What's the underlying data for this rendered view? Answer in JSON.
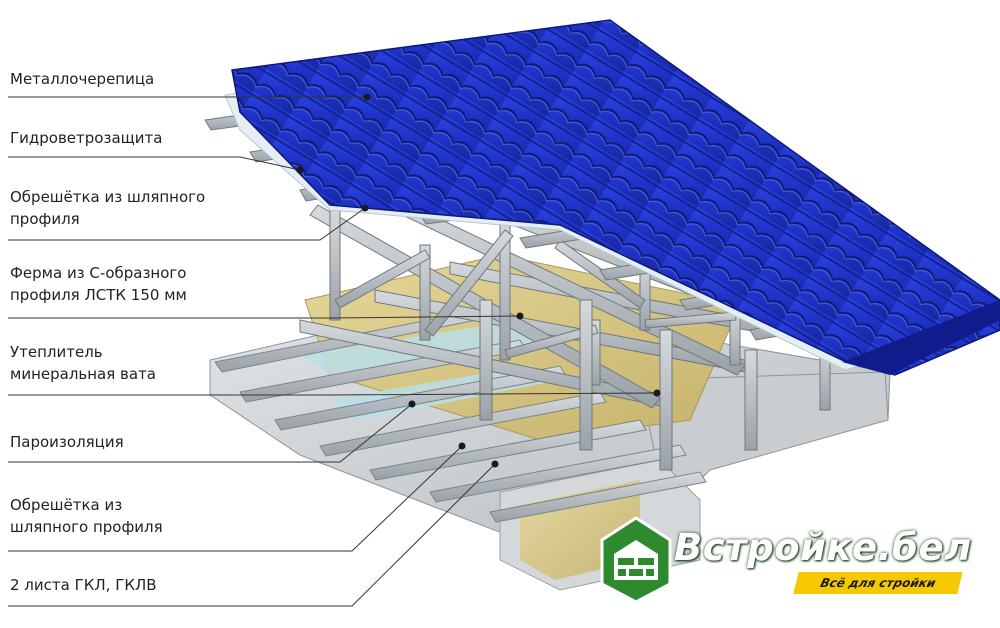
{
  "labels": [
    {
      "lines": [
        "Металлочерепица"
      ]
    },
    {
      "lines": [
        "Гидроветрозащита"
      ]
    },
    {
      "lines": [
        "Обрешётка из шляпного",
        "профиля"
      ]
    },
    {
      "lines": [
        "Ферма из С-образного",
        "профиля ЛСТК 150 мм"
      ]
    },
    {
      "lines": [
        "Утеплитель",
        "минеральная вата"
      ]
    },
    {
      "lines": [
        "Пароизоляция"
      ]
    },
    {
      "lines": [
        "Обрешётка из",
        "шляпного профиля"
      ]
    },
    {
      "lines": [
        "2 листа ГКЛ, ГКЛВ"
      ]
    }
  ],
  "brand": {
    "name": "Встройке.бел",
    "slogan": "Всё для стройки"
  },
  "colors": {
    "roof_tile": "#1f33c9",
    "steel": "#b7bec3",
    "insulation": "#d9c98a",
    "ceiling_panel": "#c9cdd0",
    "leader_line": "#333333",
    "brand_green": "#2f8a2f",
    "brand_yellow": "#f6c800"
  },
  "icons": [
    "roof-layer-pointer-dot",
    "brick-wall-house-icon"
  ]
}
